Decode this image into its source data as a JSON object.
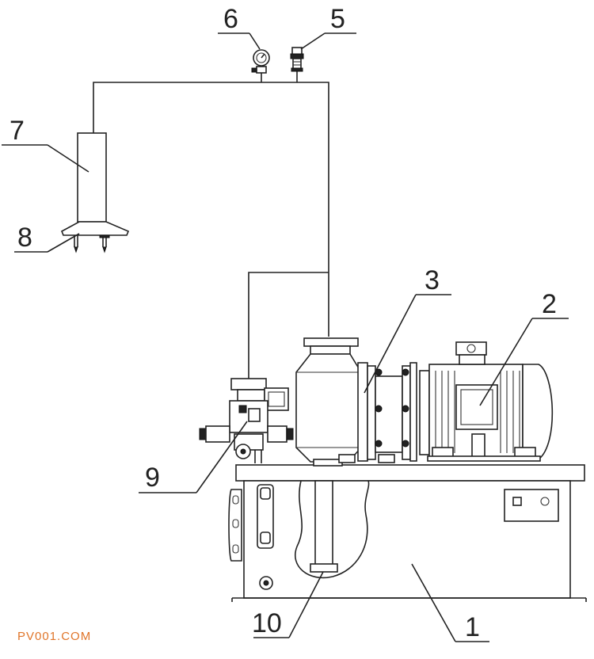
{
  "labels": {
    "l1": "1",
    "l2": "2",
    "l3": "3",
    "l5": "5",
    "l6": "6",
    "l7": "7",
    "l8": "8",
    "l9": "9",
    "l10": "10"
  },
  "watermark": "PV001.COM",
  "colors": {
    "line": "#222222",
    "watermark": "#e0752a",
    "background": "#ffffff"
  }
}
